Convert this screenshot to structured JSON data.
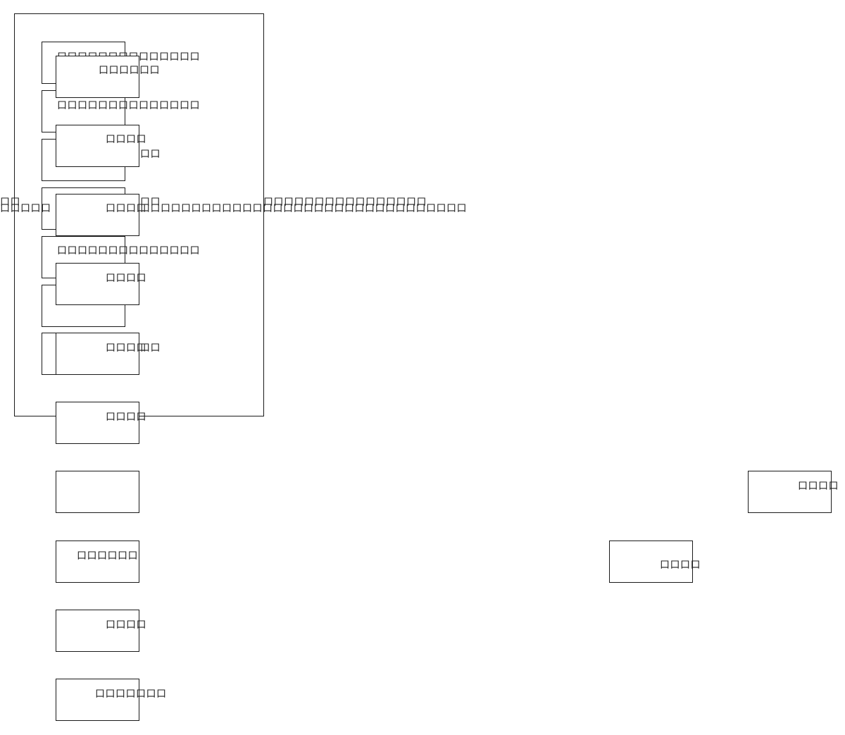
{
  "container_outer_text": "口口口口口口口口口口口口口口口口",
  "left_edge_text": "口口",
  "left_edge_text_2": "口口口口口",
  "back_boxes": [
    {
      "label": "口口口口口口口口口口口口口口"
    },
    {
      "label": "口口口口口口口口口口口口口口"
    },
    {
      "label": "口口"
    },
    {
      "label": "口口"
    },
    {
      "label": "口口口口口口口口口口口口口口"
    },
    {
      "label": ""
    },
    {
      "label": "口口"
    }
  ],
  "front_boxes": [
    {
      "label": "口口口口口口"
    },
    {
      "label": "口口口口"
    },
    {
      "label": "口口口口"
    },
    {
      "label": "口口口口"
    },
    {
      "label": "口口口口"
    },
    {
      "label": "口口口口"
    },
    {
      "label": ""
    },
    {
      "label": "口口口口口口"
    },
    {
      "label": "口口口口"
    },
    {
      "label": "口口口口口口口"
    }
  ],
  "long_row_text": "口口口口口口口口口口口口口口口口口口口口口口口口口口口口口口口口",
  "right_box_top": {
    "label": "口口口口"
  },
  "right_box_mid": {
    "label": "口口口口"
  }
}
